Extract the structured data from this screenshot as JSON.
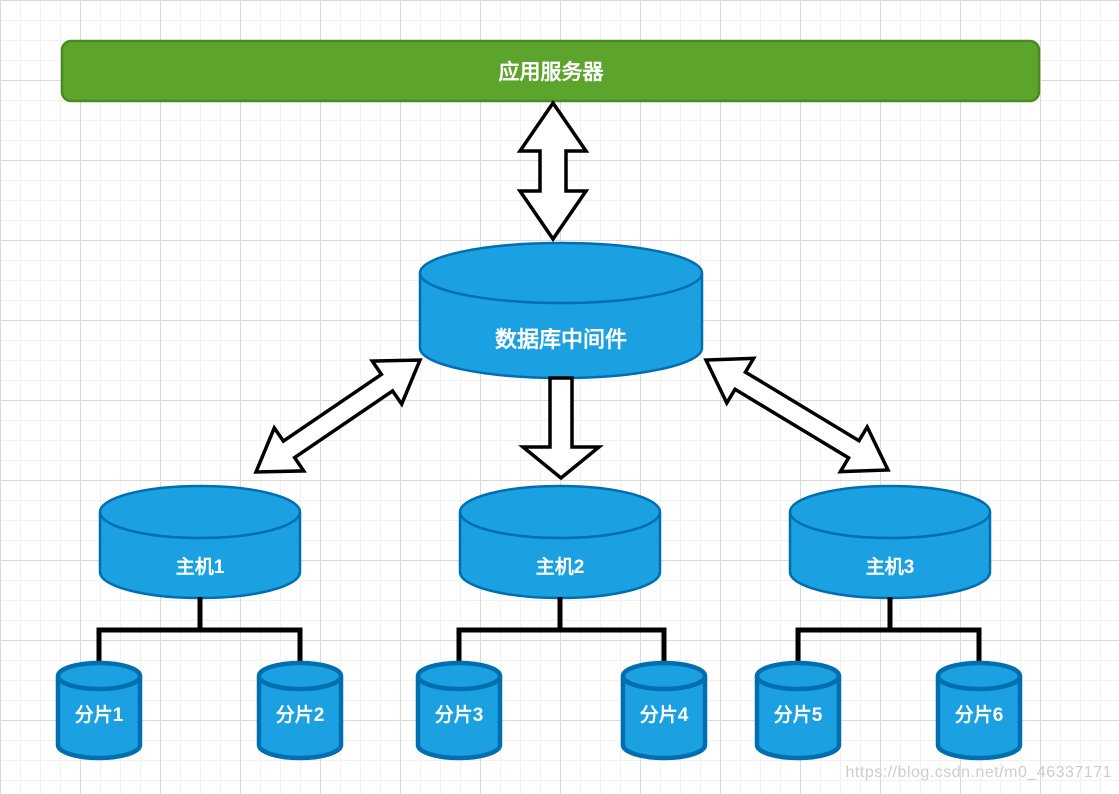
{
  "diagram": {
    "app_server": {
      "label": "应用服务器"
    },
    "middleware": {
      "label": "数据库中间件"
    },
    "hosts": [
      {
        "label": "主机1"
      },
      {
        "label": "主机2"
      },
      {
        "label": "主机3"
      }
    ],
    "shards": [
      {
        "label": "分片1"
      },
      {
        "label": "分片2"
      },
      {
        "label": "分片3"
      },
      {
        "label": "分片4"
      },
      {
        "label": "分片5"
      },
      {
        "label": "分片6"
      }
    ],
    "watermark": "https://blog.csdn.net/m0_46337171",
    "colors": {
      "green_fill": "#5CA42C",
      "green_border": "#4A8A21",
      "blue_fill": "#1BA1E2",
      "blue_border": "#006EAF",
      "arrow_fill": "#FFFFFF",
      "arrow_border": "#000000",
      "connector_black": "#000000",
      "watermark_gray": "#CDCDCD"
    }
  }
}
